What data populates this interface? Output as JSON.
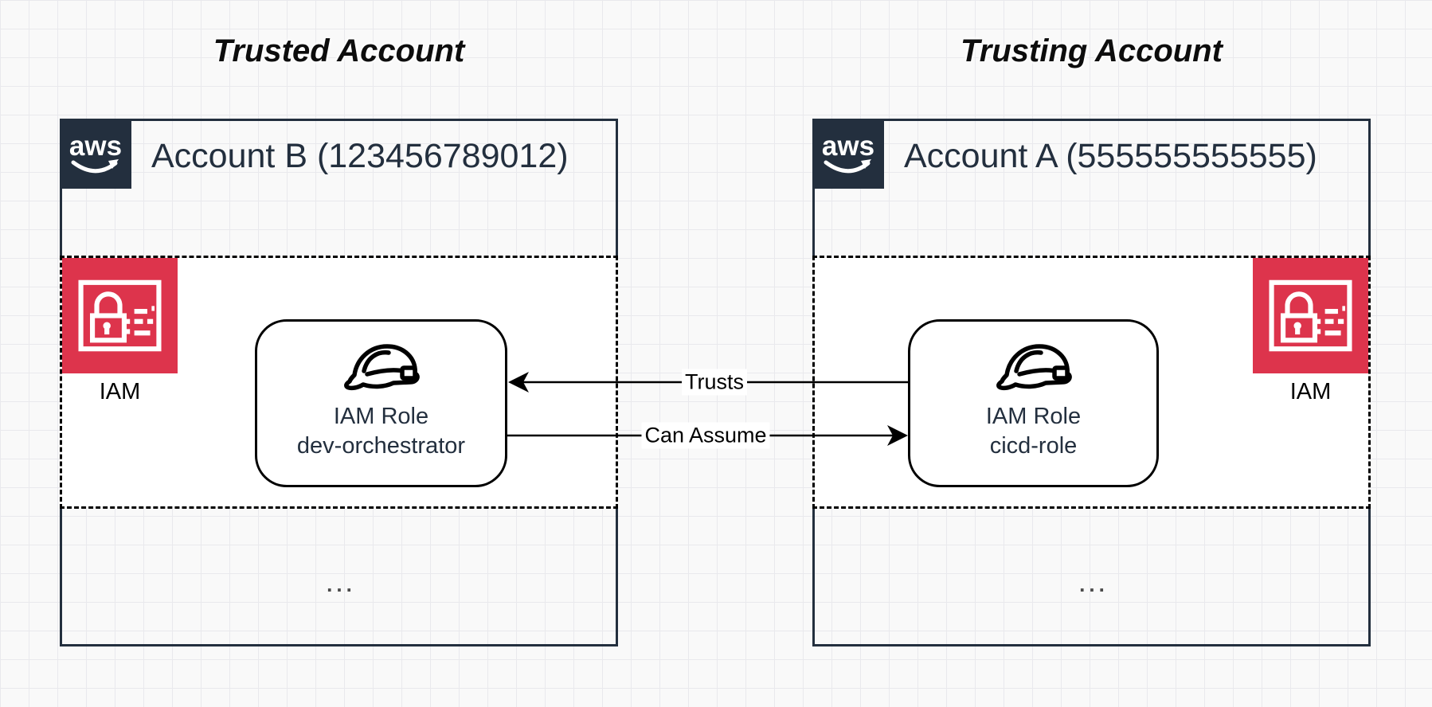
{
  "titles": {
    "left": "Trusted Account",
    "right": "Trusting Account"
  },
  "accounts": [
    {
      "side": "left",
      "label": "Account B (123456789012)",
      "iam_label": "IAM",
      "role_title": "IAM Role",
      "role_name": "dev-orchestrator",
      "ellipsis": "..."
    },
    {
      "side": "right",
      "label": "Account A (555555555555)",
      "iam_label": "IAM",
      "role_title": "IAM Role",
      "role_name": "cicd-role",
      "ellipsis": "..."
    }
  ],
  "arrows": [
    {
      "label": "Trusts",
      "direction": "left",
      "from": "cicd-role",
      "to": "dev-orchestrator"
    },
    {
      "label": "Can Assume",
      "direction": "right",
      "from": "dev-orchestrator",
      "to": "cicd-role"
    }
  ],
  "aws_logo_text": "aws",
  "colors": {
    "navy": "#232F3E",
    "iam_red": "#DD344C",
    "line_black": "#000000",
    "canvas_bg": "#f9f9f9"
  }
}
